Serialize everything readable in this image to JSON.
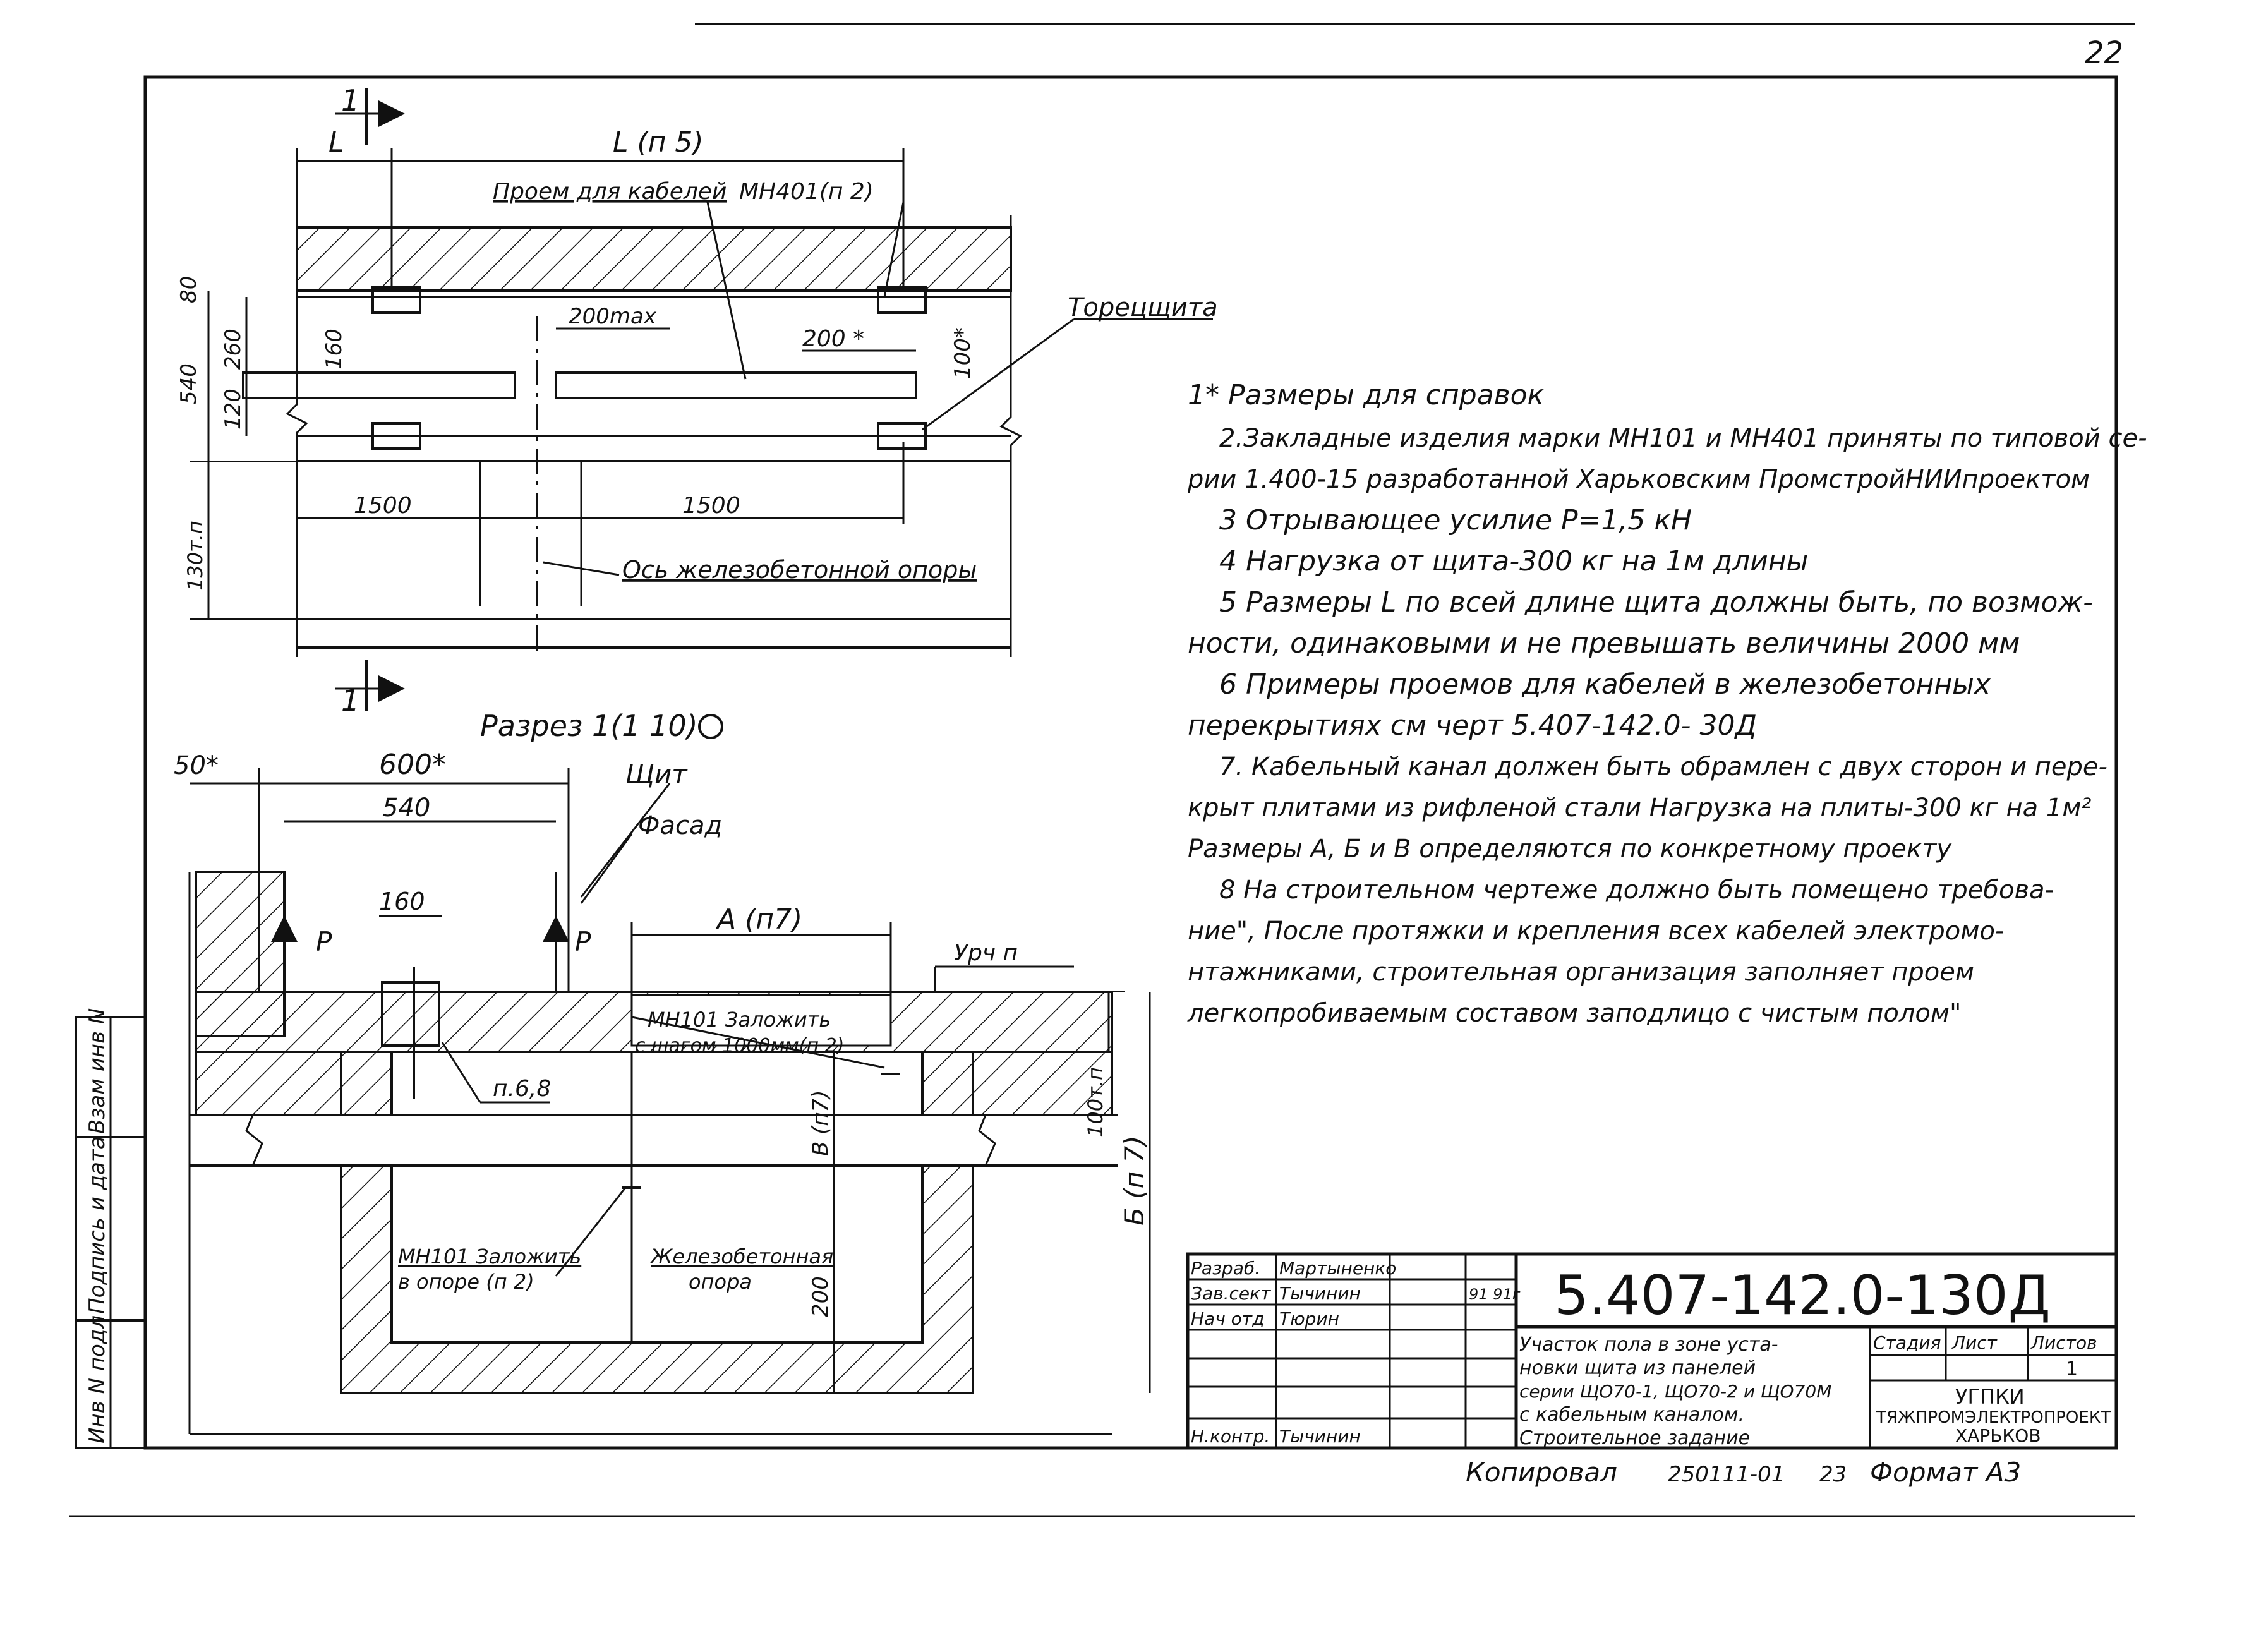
{
  "page_number": "22",
  "plan": {
    "section_mark_top": "1",
    "section_mark_bottom": "1",
    "dim_L": "L",
    "dim_L_p5": "L (п 5)",
    "opening_label": "Проем для кабелей",
    "mn401_label": "МН401(п 2)",
    "torets_label": "Торецщита",
    "dim_200max": "200max",
    "dim_200_star": "200 *",
    "dim_100_star": "100*",
    "dim_80": "80",
    "dim_260": "260",
    "dim_120": "120",
    "dim_160": "160",
    "dim_540": "540",
    "dim_130": "130т.п",
    "dim_1500_left": "1500",
    "dim_1500_right": "1500",
    "axis_label": "Ось железобетонной опоры"
  },
  "section": {
    "title": "Разрез 1(1 10)",
    "dim_50": "50*",
    "dim_600": "600*",
    "dim_540": "540",
    "dim_160": "160",
    "shield_label": "Щит",
    "facade_label": "Фасад",
    "p_left": "Р",
    "p_right": "Р",
    "dim_A": "А (п7)",
    "level_label": "Урч п",
    "mn101_top_1": "МН101 Заложить",
    "mn101_top_2": "с шагом 1000мм(п 2)",
    "ref_68": "п.6,8",
    "dim_B": "В (п7)",
    "dim_100": "100т.п",
    "dim_B_big": "Б (п 7)",
    "mn101_bot_1": "МН101 Заложить",
    "mn101_bot_2": "в опоре (п 2)",
    "support_1": "Железобетонная",
    "support_2": "опора",
    "dim_200": "200"
  },
  "notes": [
    "1* Размеры для справок",
    "2.Закладные изделия марки МН101 и МН401 приняты по типовой се-",
    "рии 1.400-15 разработанной Харьковским ПромстройНИИпроектом",
    "3 Отрывающее усилие Р=1,5 кН",
    "4 Нагрузка от щита-300 кг на 1м длины",
    "5 Размеры L по всей длине щита должны быть, по возмож-",
    "ности, одинаковыми и не превышать величины 2000 мм",
    "6 Примеры проемов для кабелей в железобетонных",
    "перекрытиях см черт 5.407-142.0- 30Д",
    "7. Кабельный канал должен быть обрамлен с двух сторон и пере-",
    "крыт плитами из рифленой стали Нагрузка на плиты-300 кг на 1м²",
    "Размеры А, Б и В определяются по конкретному проекту",
    "8 На строительном чертеже должно быть помещено требова-",
    "ние\", После протяжки и крепления всех кабелей электромо-",
    "нтажниками, строительная организация заполняет проем",
    "легкопробиваемым составом заподлицо с чистым полом\""
  ],
  "side_stamp": {
    "inv_orig": "Инв N подл",
    "sign_date": "Подпись и дата",
    "inv_replace": "Взам инв N"
  },
  "title_block": {
    "code": "5.407-142.0-130Д",
    "rows": [
      {
        "role": "Разраб.",
        "name": "Мартыненко"
      },
      {
        "role": "Зав.сект",
        "name": "Тычинин"
      },
      {
        "role": "Нач отд",
        "name": "Тюрин"
      },
      {
        "role": "",
        "name": ""
      },
      {
        "role": "",
        "name": ""
      },
      {
        "role": "",
        "name": ""
      },
      {
        "role": "Н.контр.",
        "name": "Тычинин"
      }
    ],
    "sign_date": "91 91г",
    "description": [
      "Участок пола в зоне уста-",
      "новки щита из панелей",
      "серии ЩО70-1, ЩО70-2 и ЩО70М",
      "с кабельным каналом.",
      "Строительное задание"
    ],
    "stage_label": "Стадия",
    "sheet_label": "Лист",
    "sheets_label": "Листов",
    "sheets_value": "1",
    "org_1": "УГПКИ",
    "org_2": "ТЯЖПРОМЭЛЕКТРОПРОЕКТ",
    "org_3": "ХАРЬКОВ"
  },
  "footer": {
    "copied": "Копировал",
    "order": "250111-01",
    "number": "23",
    "format": "Формат А3"
  }
}
